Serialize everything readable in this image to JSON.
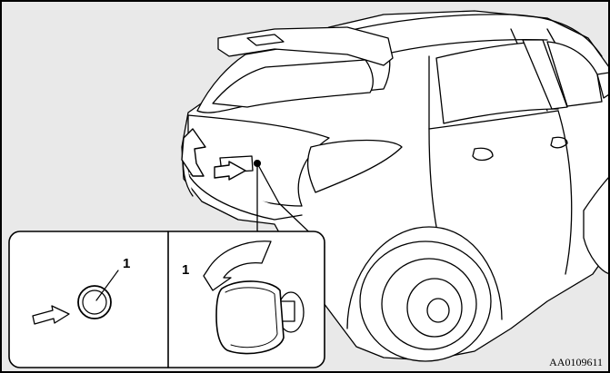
{
  "callouts": {
    "left_panel_number": "1",
    "right_panel_number": "1"
  },
  "figure_code": "AA0109611",
  "colors": {
    "background": "#e9e9e9",
    "inset_fill": "#ffffff",
    "line": "#000000"
  }
}
